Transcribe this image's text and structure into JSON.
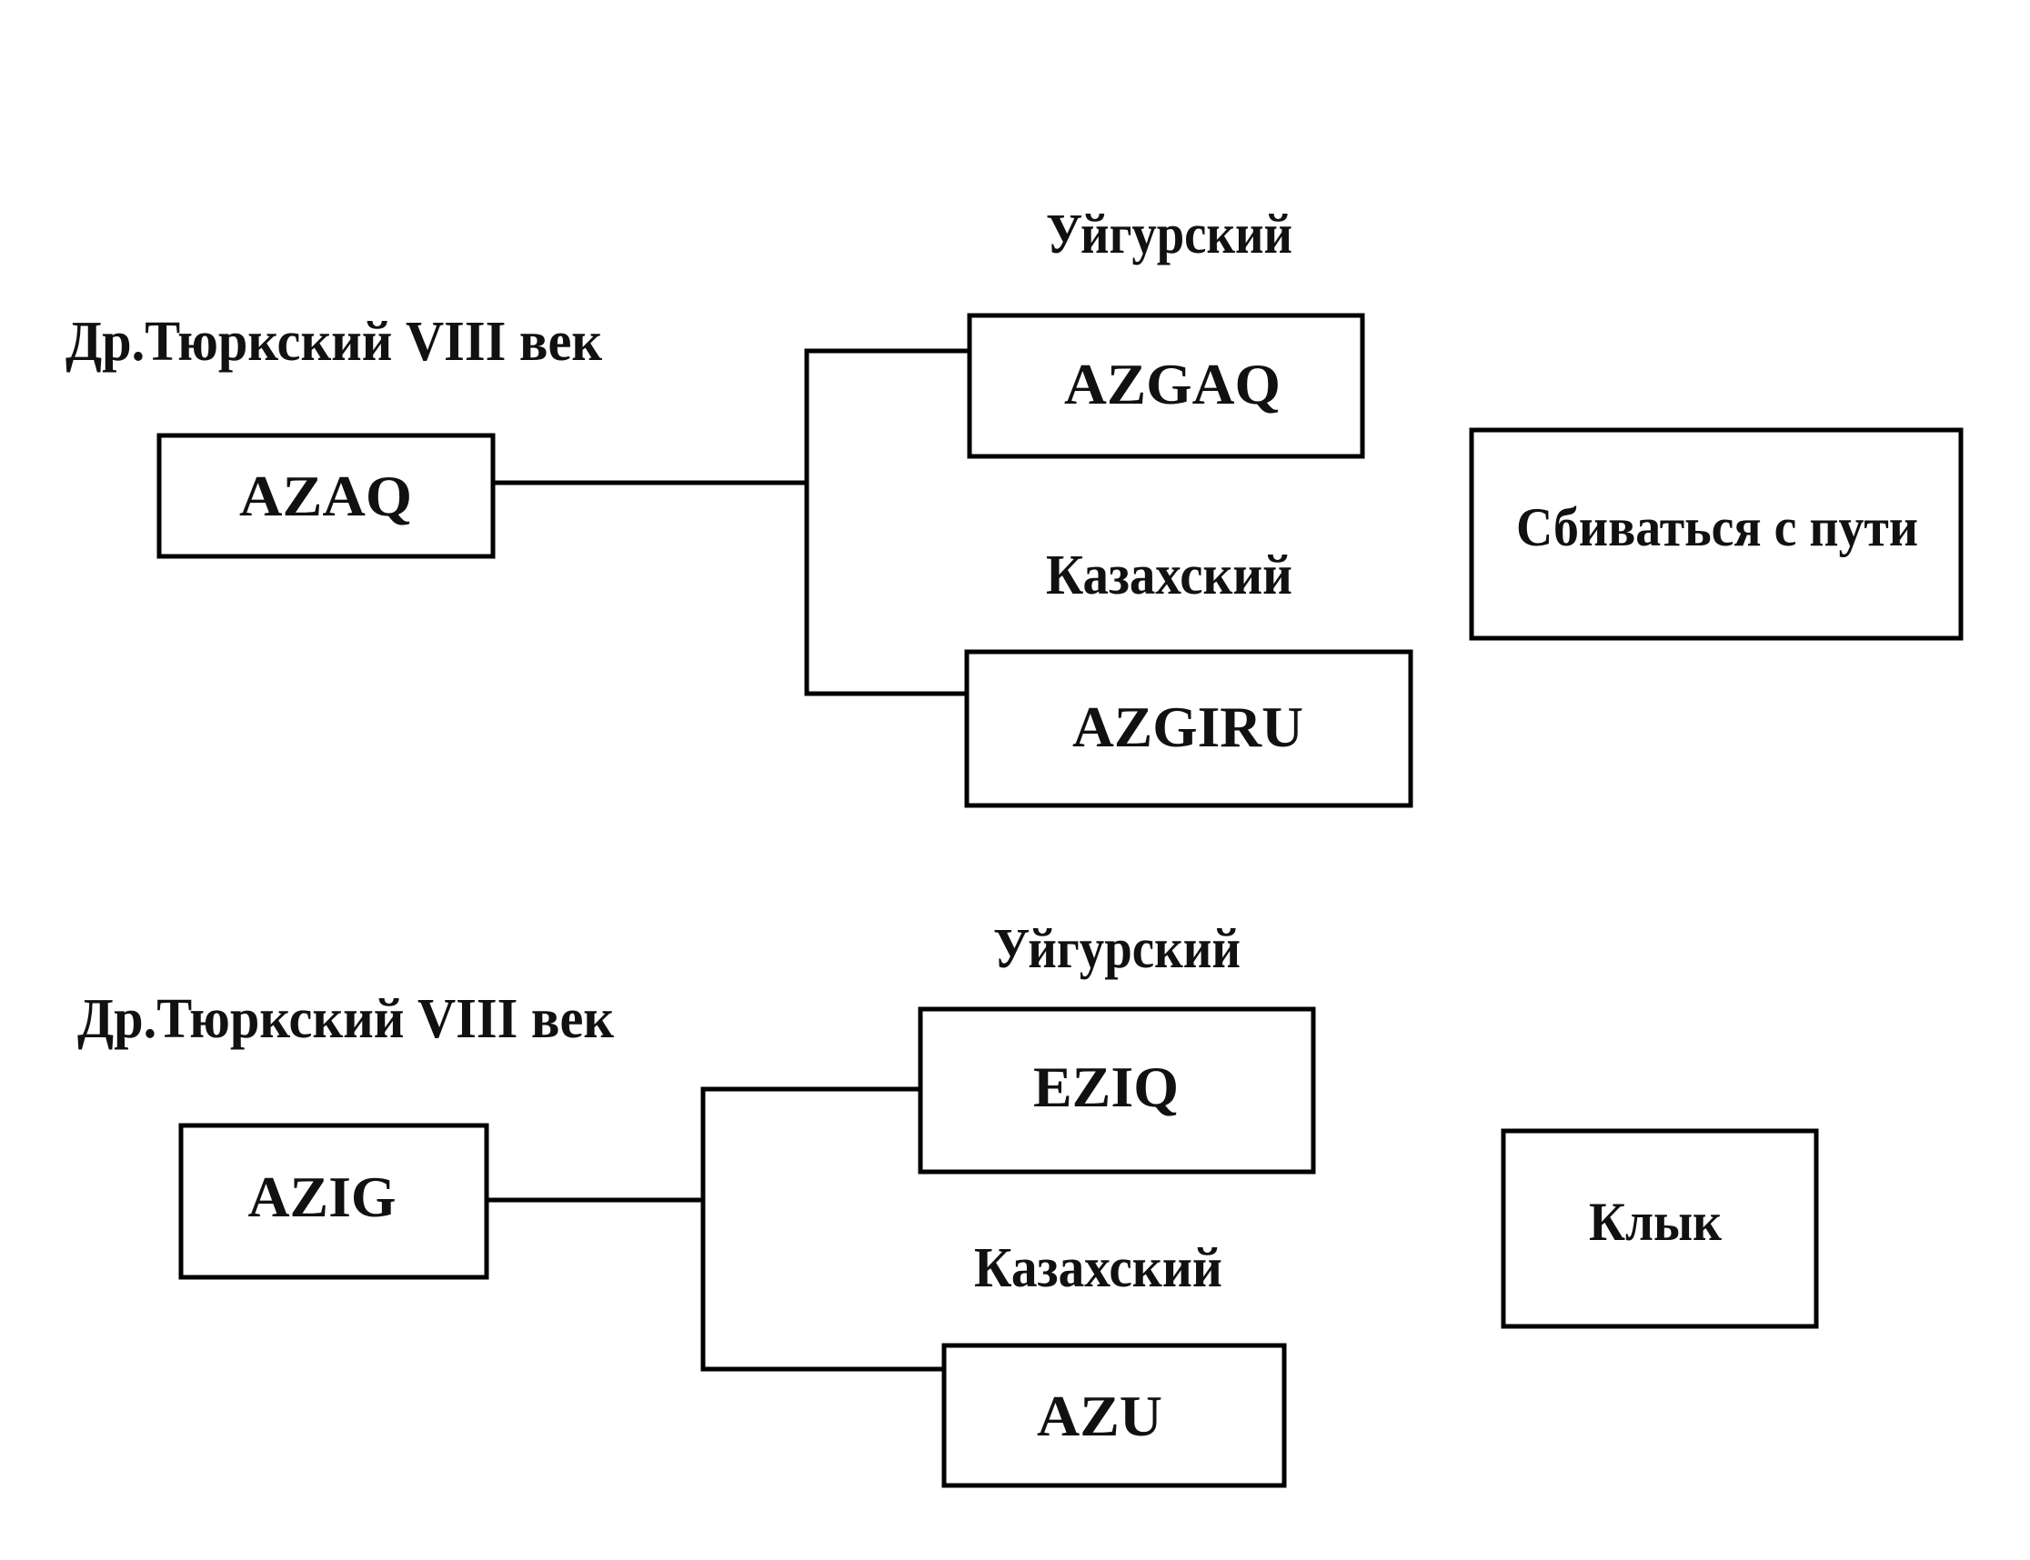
{
  "colors": {
    "background": "#ffffff",
    "ink": "#000000",
    "text": "#111111"
  },
  "diagrams": [
    {
      "source": {
        "period_label": "Др.Тюркский VIII век",
        "word": "AZAQ"
      },
      "branches": [
        {
          "language": "Уйгурский",
          "word": "AZGAQ"
        },
        {
          "language": "Казахский",
          "word": "AZGIRU"
        }
      ],
      "meaning": "Сбиваться с пути"
    },
    {
      "source": {
        "period_label": "Др.Тюркский VIII век",
        "word": "AZIG"
      },
      "branches": [
        {
          "language": "Уйгурский",
          "word": "EZIQ"
        },
        {
          "language": "Казахский",
          "word": "AZU"
        }
      ],
      "meaning": "Клык"
    }
  ]
}
